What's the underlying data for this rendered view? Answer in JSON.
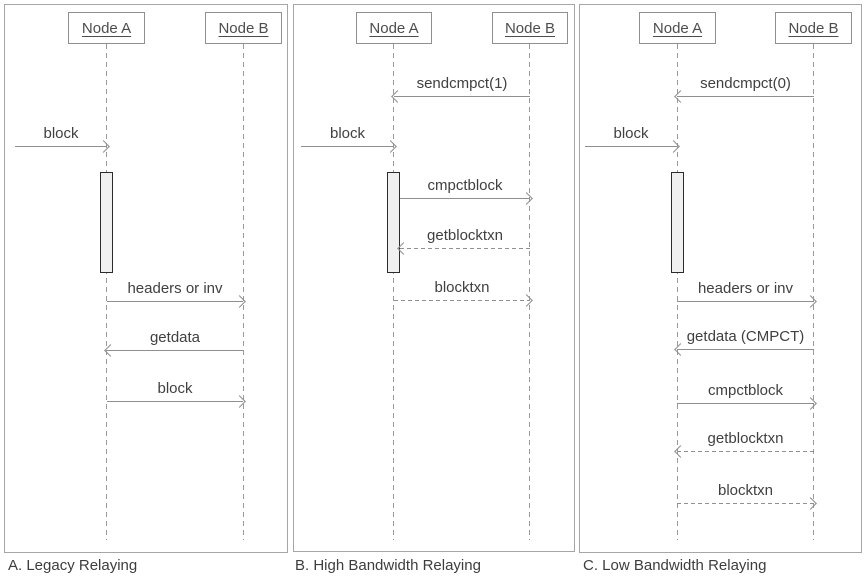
{
  "colors": {
    "line": "#8f8f8f",
    "text": "#404040",
    "panel_border": "#a6a6a6",
    "activation_fill": "#f0f0f0",
    "activation_border": "#2b2b2b"
  },
  "icons": {
    "arrowhead_right": "open-chevron-right",
    "arrowhead_left": "open-chevron-left"
  },
  "panels": [
    {
      "caption": "A. Legacy Relaying",
      "nodes": [
        {
          "label": "Node A"
        },
        {
          "label": "Node B"
        }
      ],
      "messages": [
        {
          "label": "block",
          "from": "external",
          "to": "Node A",
          "style": "solid"
        },
        {
          "label": "headers or inv",
          "from": "Node A",
          "to": "Node B",
          "style": "solid"
        },
        {
          "label": "getdata",
          "from": "Node B",
          "to": "Node A",
          "style": "solid"
        },
        {
          "label": "block",
          "from": "Node A",
          "to": "Node B",
          "style": "solid"
        }
      ]
    },
    {
      "caption": "B. High Bandwidth Relaying",
      "nodes": [
        {
          "label": "Node A"
        },
        {
          "label": "Node B"
        }
      ],
      "messages": [
        {
          "label": "sendcmpct(1)",
          "from": "Node B",
          "to": "Node A",
          "style": "solid"
        },
        {
          "label": "block",
          "from": "external",
          "to": "Node A",
          "style": "solid"
        },
        {
          "label": "cmpctblock",
          "from": "Node A",
          "to": "Node B",
          "style": "solid"
        },
        {
          "label": "getblocktxn",
          "from": "Node B",
          "to": "Node A",
          "style": "dashed"
        },
        {
          "label": "blocktxn",
          "from": "Node A",
          "to": "Node B",
          "style": "dashed"
        }
      ]
    },
    {
      "caption": "C. Low Bandwidth Relaying",
      "nodes": [
        {
          "label": "Node A"
        },
        {
          "label": "Node B"
        }
      ],
      "messages": [
        {
          "label": "sendcmpct(0)",
          "from": "Node B",
          "to": "Node A",
          "style": "solid"
        },
        {
          "label": "block",
          "from": "external",
          "to": "Node A",
          "style": "solid"
        },
        {
          "label": "headers or inv",
          "from": "Node A",
          "to": "Node B",
          "style": "solid"
        },
        {
          "label": "getdata (CMPCT)",
          "from": "Node B",
          "to": "Node A",
          "style": "solid"
        },
        {
          "label": "cmpctblock",
          "from": "Node A",
          "to": "Node B",
          "style": "solid"
        },
        {
          "label": "getblocktxn",
          "from": "Node B",
          "to": "Node A",
          "style": "dashed"
        },
        {
          "label": "blocktxn",
          "from": "Node A",
          "to": "Node B",
          "style": "dashed"
        }
      ]
    }
  ]
}
